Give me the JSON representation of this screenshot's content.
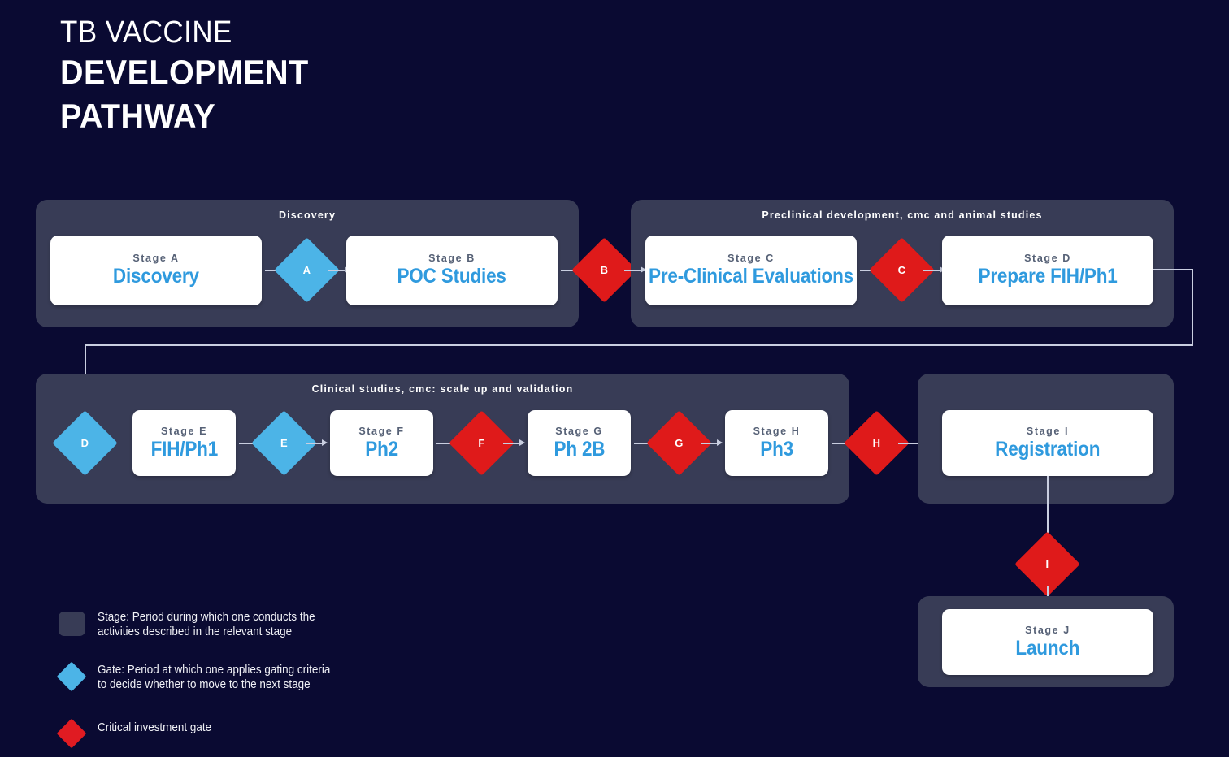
{
  "title": {
    "line1": "TB VACCINE",
    "line2": "DEVELOPMENT",
    "line3": "PATHWAY"
  },
  "colors": {
    "background": "#0a0a32",
    "panel": "#383c56",
    "card": "#ffffff",
    "card_title_blue": "#2f9ade",
    "card_stage_grey": "#566176",
    "gate_blue": "#4cb4e7",
    "gate_red": "#df1a1a",
    "connector": "#c9cee0"
  },
  "groups": [
    {
      "id": "discovery",
      "label": "Discovery"
    },
    {
      "id": "preclinical",
      "label": "Preclinical development, cmc and animal studies"
    },
    {
      "id": "clinical",
      "label": "Clinical studies, cmc: scale up and validation"
    },
    {
      "id": "registration",
      "label": ""
    }
  ],
  "stages": [
    {
      "id": "a",
      "stage": "Stage A",
      "title": "Discovery"
    },
    {
      "id": "b",
      "stage": "Stage B",
      "title": "POC Studies"
    },
    {
      "id": "c",
      "stage": "Stage C",
      "title": "Pre-Clinical Evaluations"
    },
    {
      "id": "d",
      "stage": "Stage D",
      "title": "Prepare FIH/Ph1"
    },
    {
      "id": "e",
      "stage": "Stage E",
      "title": "FIH/Ph1"
    },
    {
      "id": "f",
      "stage": "Stage F",
      "title": "Ph2"
    },
    {
      "id": "g",
      "stage": "Stage G",
      "title": "Ph 2B"
    },
    {
      "id": "h",
      "stage": "Stage H",
      "title": "Ph3"
    },
    {
      "id": "i",
      "stage": "Stage I",
      "title": "Registration"
    },
    {
      "id": "j",
      "stage": "Stage J",
      "title": "Launch"
    }
  ],
  "gates": [
    {
      "id": "a",
      "label": "A",
      "kind": "blue"
    },
    {
      "id": "b",
      "label": "B",
      "kind": "red"
    },
    {
      "id": "c",
      "label": "C",
      "kind": "red"
    },
    {
      "id": "d",
      "label": "D",
      "kind": "blue"
    },
    {
      "id": "e",
      "label": "E",
      "kind": "blue"
    },
    {
      "id": "f",
      "label": "F",
      "kind": "red"
    },
    {
      "id": "g",
      "label": "G",
      "kind": "red"
    },
    {
      "id": "h",
      "label": "H",
      "kind": "red"
    },
    {
      "id": "i",
      "label": "I",
      "kind": "red"
    }
  ],
  "legend": [
    {
      "id": "stage",
      "swatch": "rounded-square",
      "text": "Stage: Period during which one conducts the\nactivities described in the relevant stage"
    },
    {
      "id": "gate",
      "swatch": "blue-diamond",
      "text": "Gate: Period at which one applies gating criteria\nto decide whether to move to the next stage"
    },
    {
      "id": "critical-gate",
      "swatch": "red-diamond",
      "text": "Critical investment gate"
    }
  ]
}
